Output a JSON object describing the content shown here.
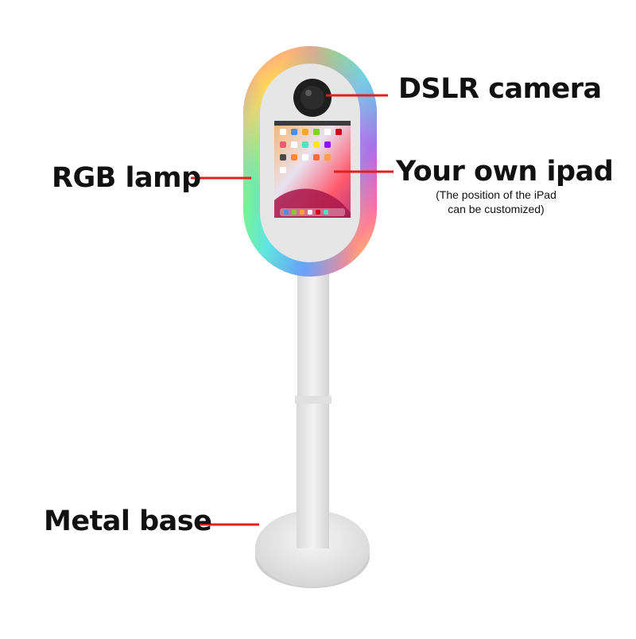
{
  "labels": {
    "dslr_camera": "DSLR camera",
    "ipad": "Your own ipad",
    "ipad_note_line1": "(The position of the iPad",
    "ipad_note_line2": "can be customized)",
    "rgb_lamp": "RGB lamp",
    "metal_base": "Metal base"
  },
  "colors": {
    "callout_line": "#e02020",
    "text": "#111111",
    "booth_body": "#e6e6e6",
    "stand": "#ececec"
  },
  "icons": [
    "camera-lens-icon",
    "ipad-screen-icon",
    "rgb-ring-lamp"
  ]
}
